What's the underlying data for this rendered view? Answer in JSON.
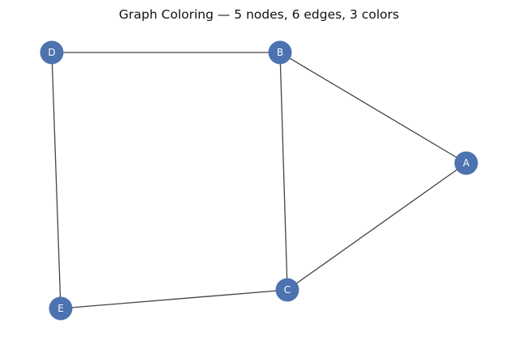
{
  "title": "Graph Coloring — 5 nodes, 6 edges, 3 colors",
  "colors": {
    "node": "#4c72b0",
    "edge": "#444444",
    "label": "#ffffff"
  },
  "graph": {
    "nodes": [
      {
        "id": "A",
        "label": "A"
      },
      {
        "id": "B",
        "label": "B"
      },
      {
        "id": "C",
        "label": "C"
      },
      {
        "id": "D",
        "label": "D"
      },
      {
        "id": "E",
        "label": "E"
      }
    ],
    "edges": [
      {
        "source": "D",
        "target": "B"
      },
      {
        "source": "B",
        "target": "A"
      },
      {
        "source": "B",
        "target": "C"
      },
      {
        "source": "A",
        "target": "C"
      },
      {
        "source": "D",
        "target": "E"
      },
      {
        "source": "E",
        "target": "C"
      }
    ]
  }
}
